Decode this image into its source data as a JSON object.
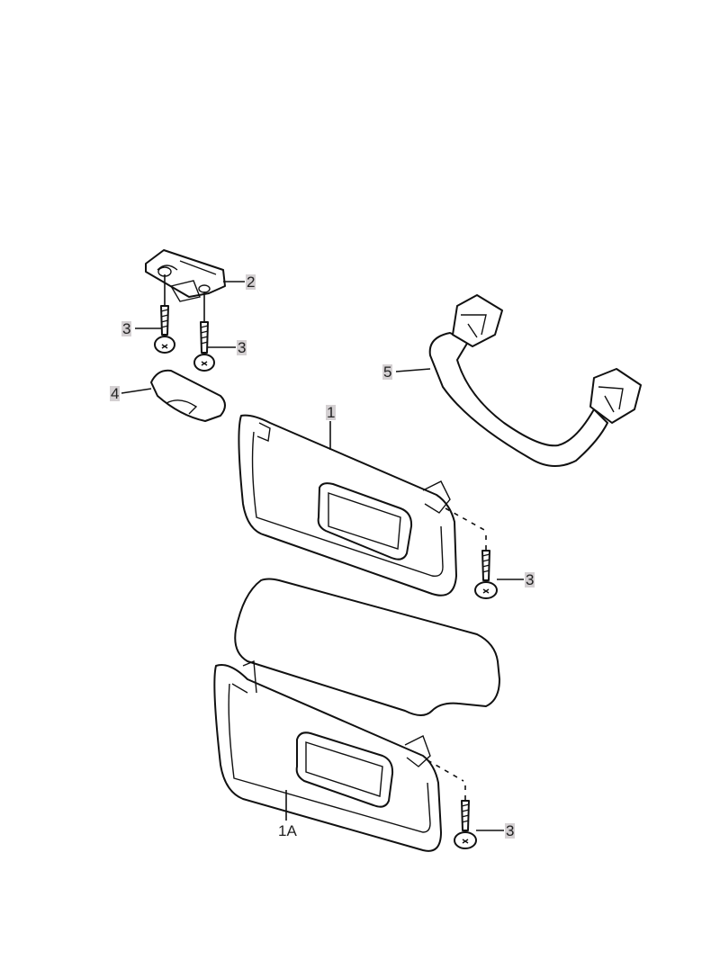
{
  "callouts": {
    "sun_visor": "1",
    "sun_visor_alt": "1A",
    "bracket": "2",
    "screw": "3",
    "cover": "4",
    "grab_handle": "5"
  },
  "colors": {
    "line": "#111111",
    "label_bg": "#d4d0d2"
  }
}
